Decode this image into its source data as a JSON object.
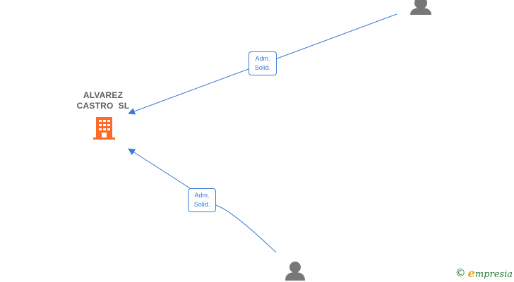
{
  "company": {
    "name_line1": "ALVAREZ",
    "name_line2": "CASTRO  SL",
    "icon": "building-icon",
    "color": "#ff6a2b"
  },
  "edges": [
    {
      "label_line1": "Adm.",
      "label_line2": "Solid."
    },
    {
      "label_line1": "Adm.",
      "label_line2": "Solid."
    }
  ],
  "people": [
    {
      "icon": "person-icon"
    },
    {
      "icon": "person-icon"
    }
  ],
  "colors": {
    "edge": "#3a7bd5",
    "person": "#777777",
    "text": "#5f5f5f"
  },
  "watermark": {
    "symbol": "©",
    "brand_initial": "e",
    "brand_rest": "mpresia"
  }
}
